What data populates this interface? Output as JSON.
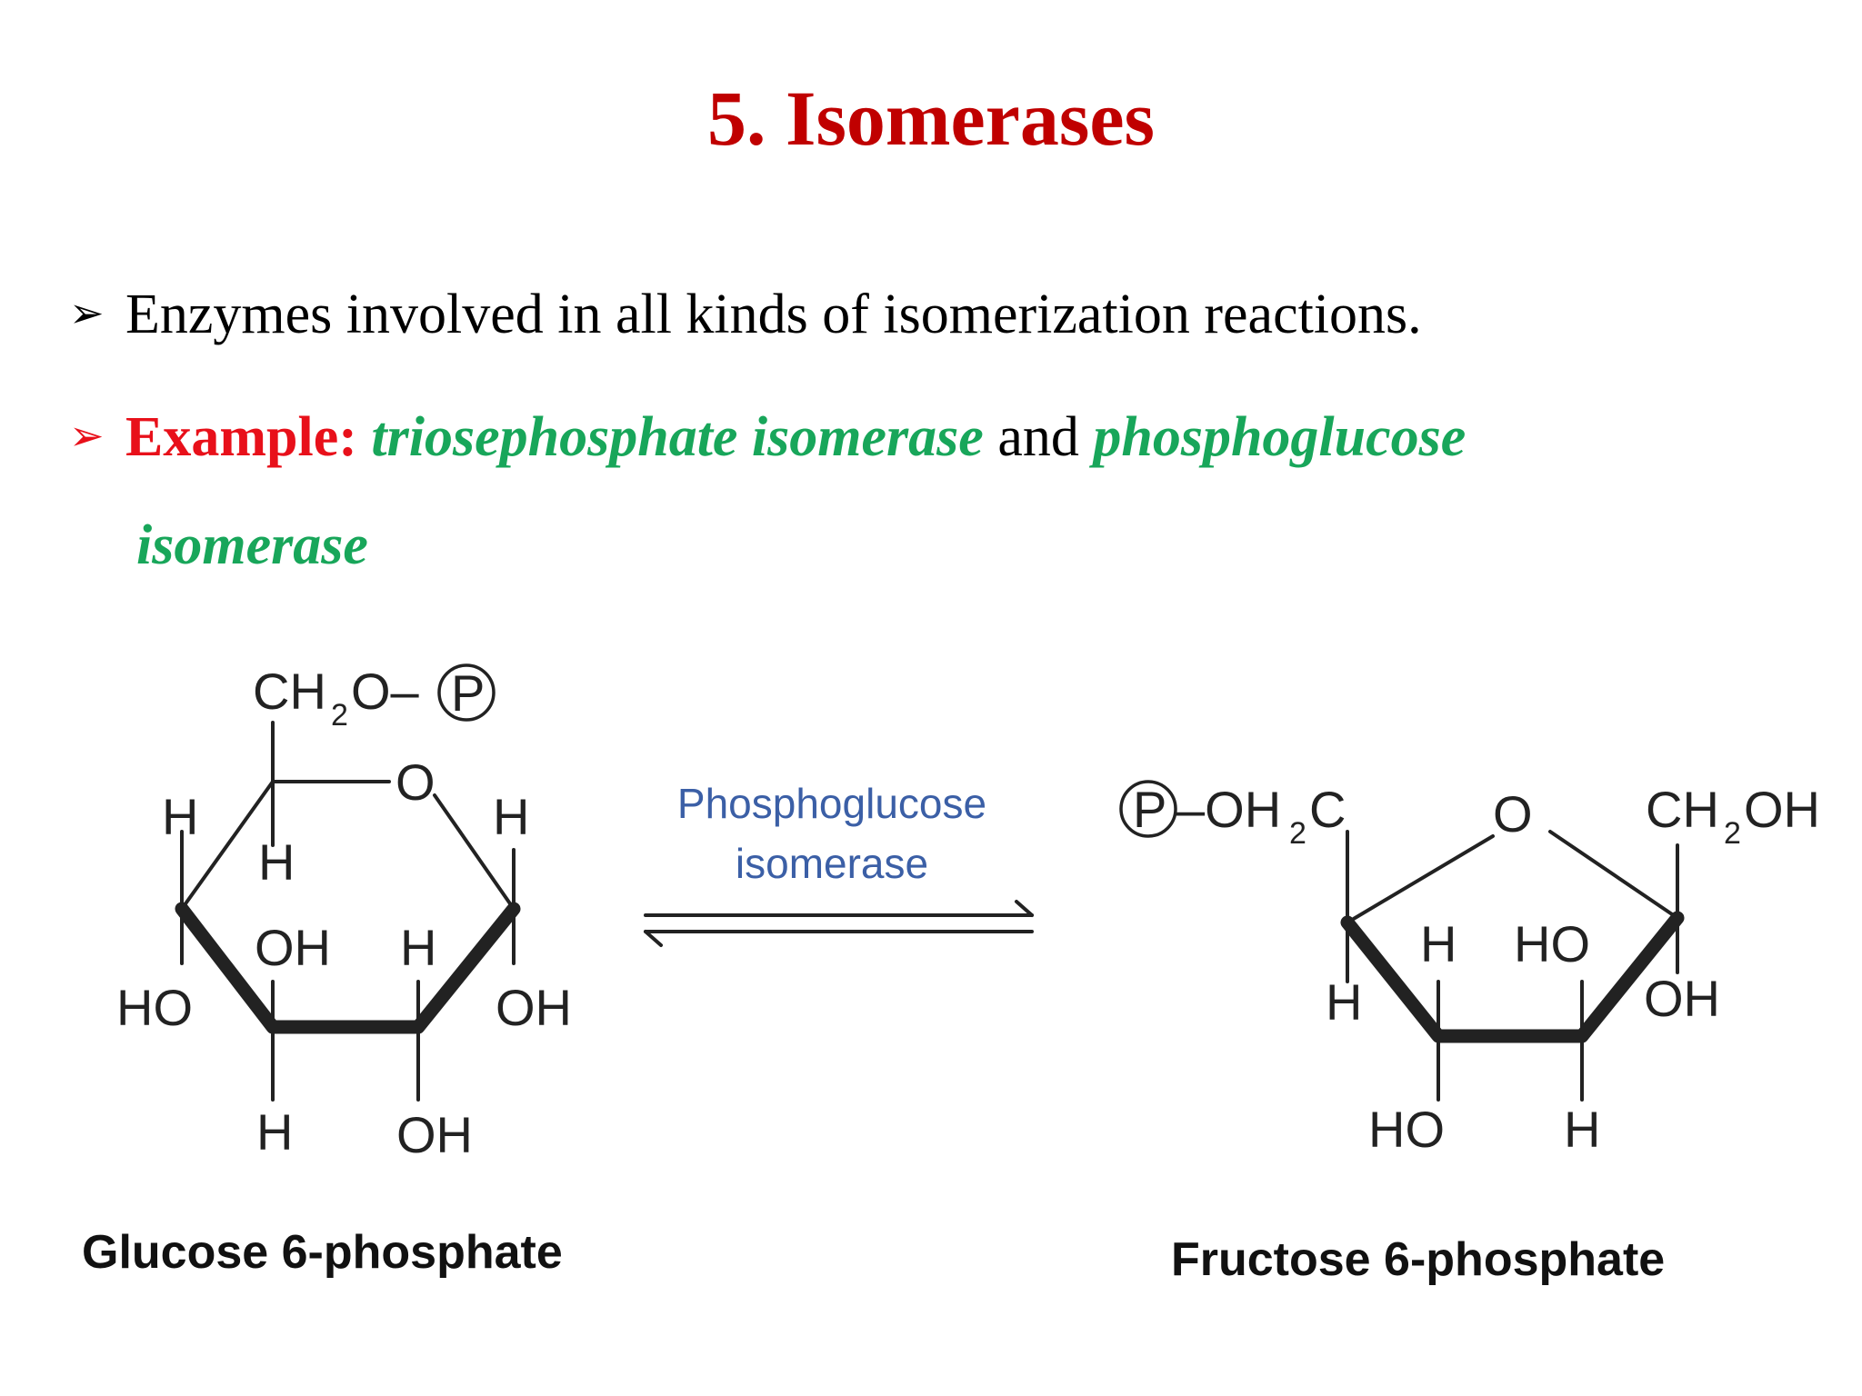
{
  "slide": {
    "title": "5. Isomerases",
    "bullet1": "Enzymes involved in all kinds of isomerization reactions.",
    "bullet2": {
      "example_label": "Example:",
      "enzyme1": "triosephosphate isomerase",
      "connector": "and",
      "enzyme2_part1": "phosphoglucose",
      "enzyme2_part2": "isomerase"
    },
    "bullet_icon": "arrowhead-bullet-icon"
  },
  "reaction": {
    "enzyme_line1": "Phosphoglucose",
    "enzyme_line2": "isomerase",
    "left_caption": "Glucose 6-phosphate",
    "right_caption": "Fructose 6-phosphate",
    "arrow_icon": "equilibrium-arrows-icon"
  },
  "glucose": {
    "ch2": "CH",
    "ch2_sub": "2",
    "o_dash": "O–",
    "p": "P",
    "ring_o": "O",
    "h_c5_left": "H",
    "h_c5_down": "H",
    "h_c1": "H",
    "ho_c4": "HO",
    "oh_c3_up": "OH",
    "h_c2_up": "H",
    "oh_c1": "OH",
    "h_c3_down": "H",
    "oh_c2_down": "OH"
  },
  "fructose": {
    "p": "P",
    "oh2c_left": "–OH",
    "oh2c_sub": "2",
    "oh2c_c": "C",
    "ring_o": "O",
    "ch2oh_ch": "CH",
    "ch2oh_sub": "2",
    "ch2oh_oh": "OH",
    "h_c4_up": "H",
    "ho_c3_up": "HO",
    "h_c5": "H",
    "oh_c2": "OH",
    "ho_c4_down": "HO",
    "h_c3_down": "H"
  },
  "colors": {
    "title": "#c00000",
    "example_label": "#e8101a",
    "enzyme_names": "#18a65a",
    "enzyme_label": "#3b5fa6"
  }
}
